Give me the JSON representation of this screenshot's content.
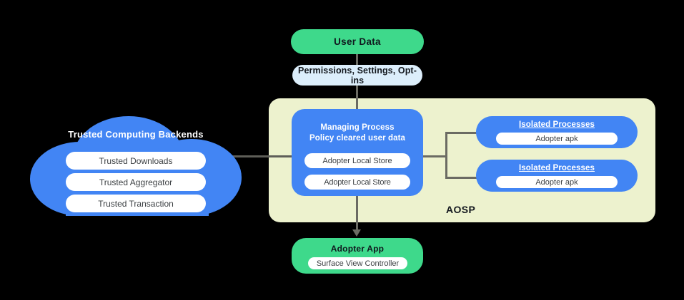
{
  "diagram": {
    "aosp_label": "AOSP",
    "user_data": {
      "label": "User Data",
      "color": "#3ED98B"
    },
    "permissions": {
      "label": "Permissions,  Settings, Opt-ins",
      "color": "#DCEEFB"
    },
    "cloud": {
      "title": "Trusted Computing Backends",
      "color": "#4285F4",
      "items": [
        {
          "label": "Trusted Downloads"
        },
        {
          "label": "Trusted Aggregator"
        },
        {
          "label": "Trusted Transaction"
        }
      ]
    },
    "managing_process": {
      "title_line1": "Managing Process",
      "title_line2": "Policy cleared user data",
      "color": "#4285F4",
      "items": [
        {
          "label": "Adopter Local Store"
        },
        {
          "label": "Adopter Local Store"
        }
      ]
    },
    "isolated_processes": [
      {
        "title": "Isolated Processes",
        "item": "Adopter apk"
      },
      {
        "title": "Isolated Processes",
        "item": "Adopter apk"
      }
    ],
    "adopter_app": {
      "title": "Adopter App",
      "item": "Surface View Controller",
      "color": "#3ED98B"
    },
    "connector_color": "#6b6b63",
    "container_color": "#EDF2CE"
  }
}
